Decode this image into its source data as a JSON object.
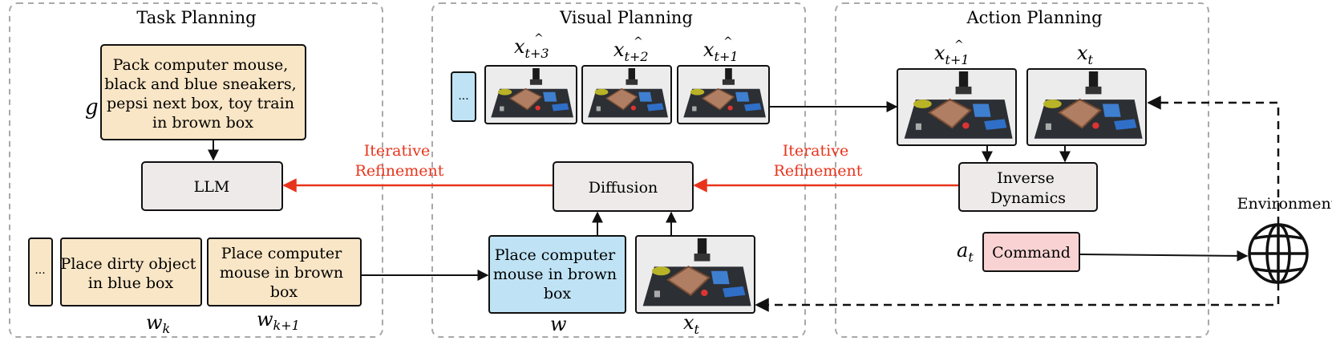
{
  "colors": {
    "cream": "#f9e6c6",
    "gray_box": "#eeeaea",
    "blue_box": "#bfe3f5",
    "pink_box": "#f9d3d3",
    "refine_red": "#e8341c",
    "panel_border": "#a9a9a9",
    "scene_table": "#2c2f33",
    "scene_bg": "#ececec"
  },
  "panels": {
    "task": {
      "title": "Task Planning"
    },
    "visual": {
      "title": "Visual Planning"
    },
    "action": {
      "title": "Action Planning"
    }
  },
  "task": {
    "goal_symbol": "g",
    "goal_lines": [
      "Pack computer mouse,",
      "black and blue sneakers,",
      "pepsi next box, toy train",
      "in brown box"
    ],
    "llm_label": "LLM",
    "ellipsis": "...",
    "wk_lines": [
      "Place dirty object",
      "in blue box"
    ],
    "wk1_lines": [
      "Place computer",
      "mouse in brown",
      "box"
    ],
    "wk_symbol": "w",
    "wk_sub": "k",
    "wk1_sub": "k+1"
  },
  "visual": {
    "ellipsis": "...",
    "frame_labels": [
      {
        "base": "x",
        "sub": "t+3"
      },
      {
        "base": "x",
        "sub": "t+2"
      },
      {
        "base": "x",
        "sub": "t+1"
      }
    ],
    "diffusion_label": "Diffusion",
    "instruction_lines": [
      "Place computer",
      "mouse in brown",
      "box"
    ],
    "w_symbol": "w",
    "xt_base": "x",
    "xt_sub": "t"
  },
  "action": {
    "frame_labels": [
      {
        "base": "x",
        "sub": "t+1"
      },
      {
        "base": "x",
        "sub": "t"
      }
    ],
    "inverse_lines": [
      "Inverse",
      "Dynamics"
    ],
    "at_base": "a",
    "at_sub": "t",
    "command_label": "Command",
    "environment_label": "Environment"
  },
  "refinement": {
    "left_lines": [
      "Iterative",
      "Refinement"
    ],
    "right_lines": [
      "Iterative",
      "Refinement"
    ]
  }
}
